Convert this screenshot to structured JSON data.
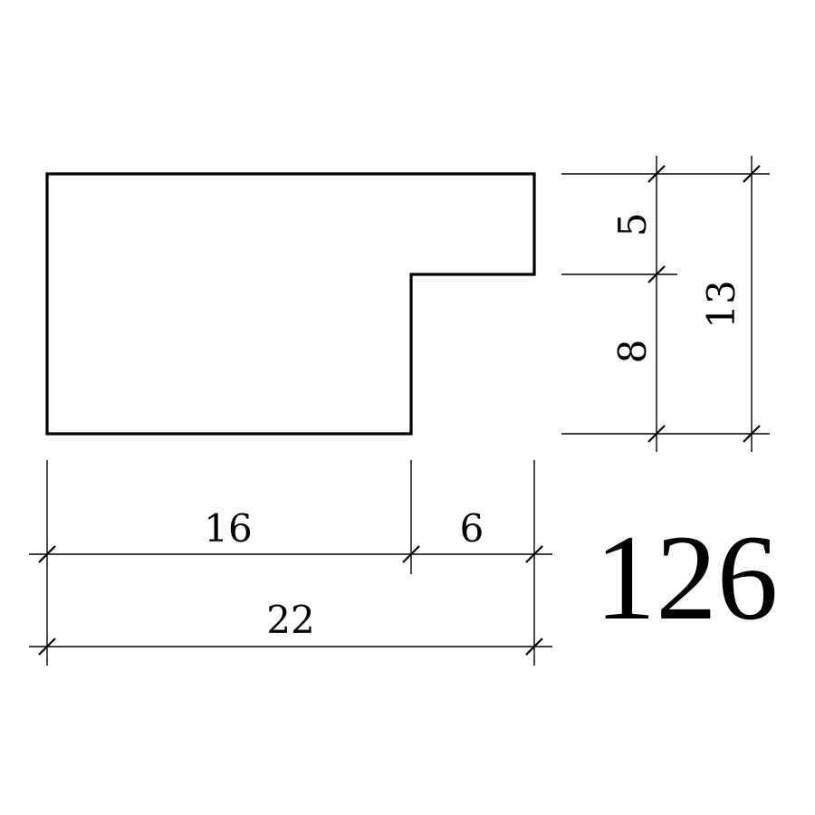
{
  "drawing": {
    "profile_id": "126",
    "dimensions": {
      "top_step_height": "5",
      "lower_height": "8",
      "total_height": "13",
      "left_width": "16",
      "step_width": "6",
      "total_width": "22"
    }
  },
  "colors": {
    "line": "#000000",
    "background": "#ffffff"
  }
}
